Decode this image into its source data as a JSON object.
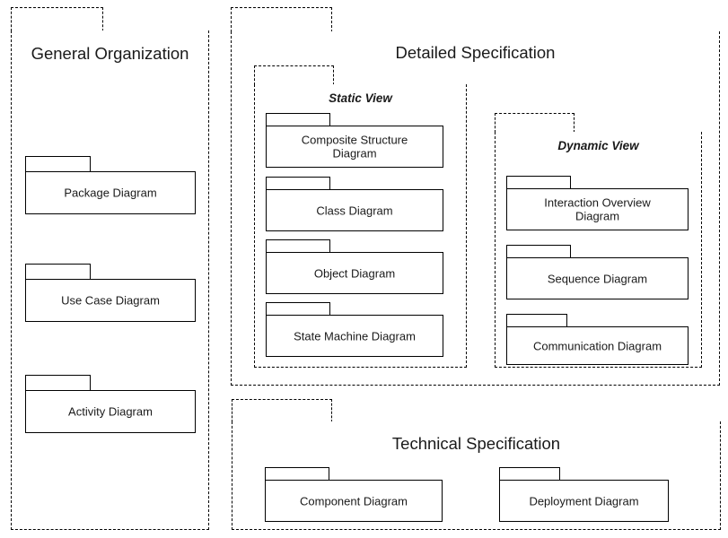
{
  "diagram": {
    "type": "uml-package-diagram",
    "title_visible": false,
    "background": "#ffffff",
    "line_color": "#000000",
    "text_color": "#1a1a1a"
  },
  "packages": {
    "general_organization": {
      "label": "General Organization",
      "style": "dashed",
      "children": [
        {
          "label": "Package Diagram",
          "style": "solid"
        },
        {
          "label": "Use Case Diagram",
          "style": "solid"
        },
        {
          "label": "Activity Diagram",
          "style": "solid"
        }
      ]
    },
    "detailed_specification": {
      "label": "Detailed Specification",
      "style": "dashed",
      "static_view": {
        "label": "Static View",
        "style": "dashed",
        "children": [
          {
            "label": "Composite Structure\nDiagram",
            "style": "solid"
          },
          {
            "label": "Class Diagram",
            "style": "solid"
          },
          {
            "label": "Object Diagram",
            "style": "solid"
          },
          {
            "label": "State Machine Diagram",
            "style": "solid"
          }
        ]
      },
      "dynamic_view": {
        "label": "Dynamic View",
        "style": "dashed",
        "children": [
          {
            "label": "Interaction Overview\nDiagram",
            "style": "solid"
          },
          {
            "label": "Sequence Diagram",
            "style": "solid"
          },
          {
            "label": "Communication Diagram",
            "style": "solid"
          }
        ]
      }
    },
    "technical_specification": {
      "label": "Technical Specification",
      "style": "dashed",
      "children": [
        {
          "label": "Component Diagram",
          "style": "solid"
        },
        {
          "label": "Deployment Diagram",
          "style": "solid"
        }
      ]
    }
  }
}
